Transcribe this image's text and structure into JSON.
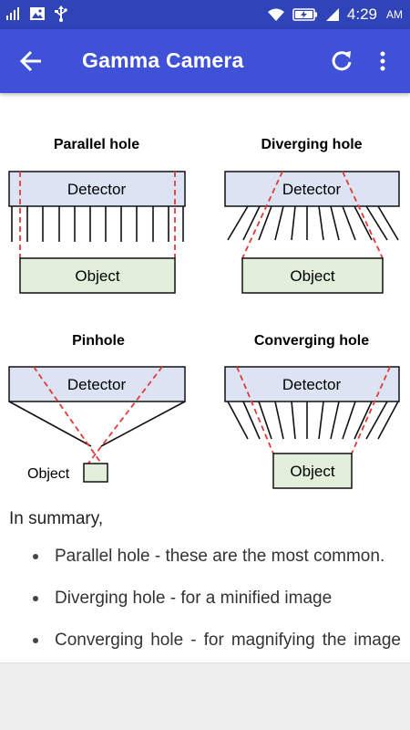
{
  "status_bar": {
    "time": "4:29",
    "ampm": "AM",
    "icons": [
      "signal-icon",
      "image-icon",
      "usb-icon",
      "wifi-icon",
      "battery-icon",
      "cell-signal-icon"
    ]
  },
  "app_bar": {
    "title": "Gamma Camera",
    "back_icon": "arrow-back-icon",
    "refresh_icon": "refresh-icon",
    "menu_icon": "more-vert-icon"
  },
  "diagram": {
    "panels": [
      {
        "title": "Parallel hole",
        "detector": "Detector",
        "object": "Object"
      },
      {
        "title": "Diverging hole",
        "detector": "Detector",
        "object": "Object"
      },
      {
        "title": "Pinhole",
        "detector": "Detector",
        "object": "Object"
      },
      {
        "title": "Converging hole",
        "detector": "Detector",
        "object": "Object"
      }
    ],
    "colors": {
      "detector_fill": "#DCE3F2",
      "object_fill": "#E2EFDA",
      "ray": "#E53935",
      "line": "#111111"
    }
  },
  "summary": {
    "intro": "In summary,",
    "items": [
      "Parallel hole - these are the most common.",
      "Diverging hole - for a minified image",
      "Converging hole - for magnifying the image"
    ]
  }
}
